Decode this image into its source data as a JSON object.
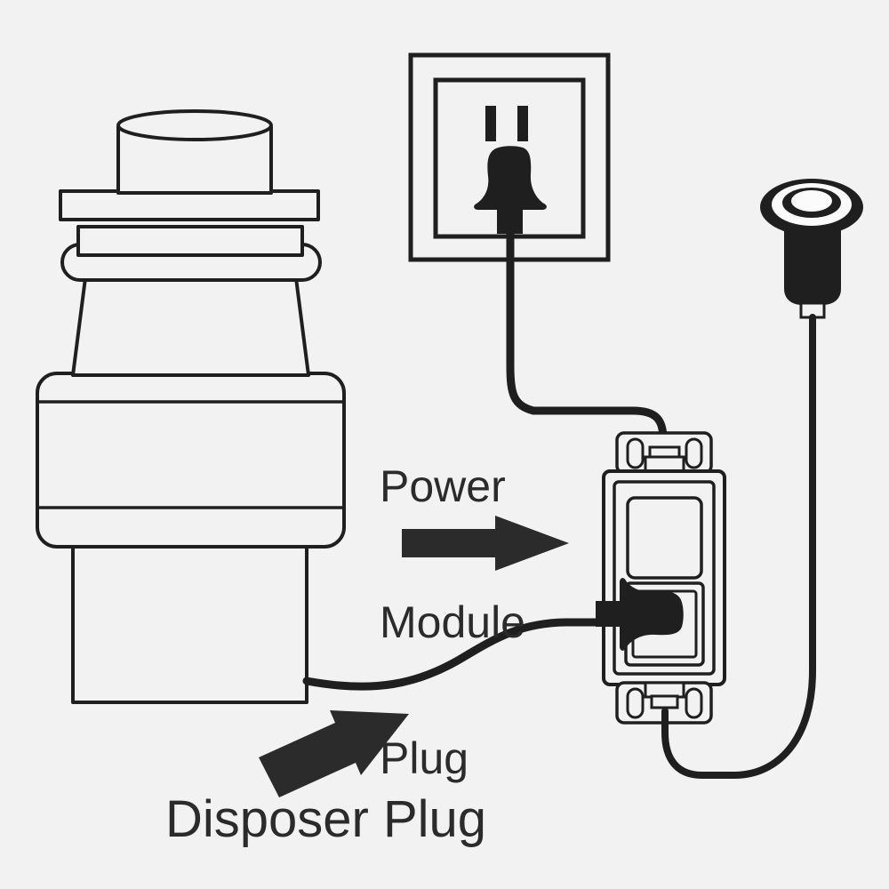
{
  "diagram": {
    "title": "Garbage Disposer Power Module Wiring Diagram",
    "background_color": "#f2f2f2",
    "line_color": "#1f1f1f",
    "fill_color": "#f2f2f2",
    "cord_color": "#1f1f1f",
    "text_color": "#2b2b2b"
  },
  "labels": {
    "power_module_plug": "Power\nModule\nPlug",
    "power_module_plug_line1": "Power",
    "power_module_plug_line2": "Module",
    "power_module_plug_line3": "Plug",
    "disposer_plug": "Disposer Plug"
  },
  "arrows": [
    {
      "name": "power-module-plug-arrow",
      "direction": "right",
      "points_to": "power-module",
      "color": "#2b2b2b"
    },
    {
      "name": "disposer-plug-arrow",
      "direction": "up-right",
      "points_to": "disposer-cord-plug",
      "color": "#2b2b2b"
    }
  ],
  "components": [
    {
      "name": "garbage-disposer",
      "label": "Garbage Disposer Unit",
      "parts": [
        "neck-cylinder",
        "top-flange",
        "mid-band",
        "rounded-collar",
        "tapered-shoulder",
        "main-body",
        "base"
      ]
    },
    {
      "name": "wall-outlet",
      "label": "Wall Outlet / Receptacle",
      "parts": [
        "outer-wall-plate",
        "inner-wall-plate",
        "slot-left",
        "slot-right",
        "inserted-plug"
      ]
    },
    {
      "name": "power-module",
      "label": "Power Module",
      "parts": [
        "top-mounting-strap",
        "bottom-mounting-strap",
        "faceplate",
        "upper-receptacle",
        "lower-receptacle",
        "inserted-disposer-plug"
      ]
    },
    {
      "name": "air-switch-button",
      "label": "Air Switch Push Button",
      "parts": [
        "button-cap-rings",
        "button-body",
        "button-stem"
      ]
    }
  ],
  "cords": [
    {
      "name": "outlet-to-module-cord",
      "from": "wall-outlet-plug",
      "to": "power-module-top"
    },
    {
      "name": "disposer-cord",
      "from": "disposer-base",
      "to": "power-module-lower-receptacle"
    },
    {
      "name": "air-switch-cord",
      "from": "air-switch-button",
      "to": "power-module-bottom"
    }
  ]
}
